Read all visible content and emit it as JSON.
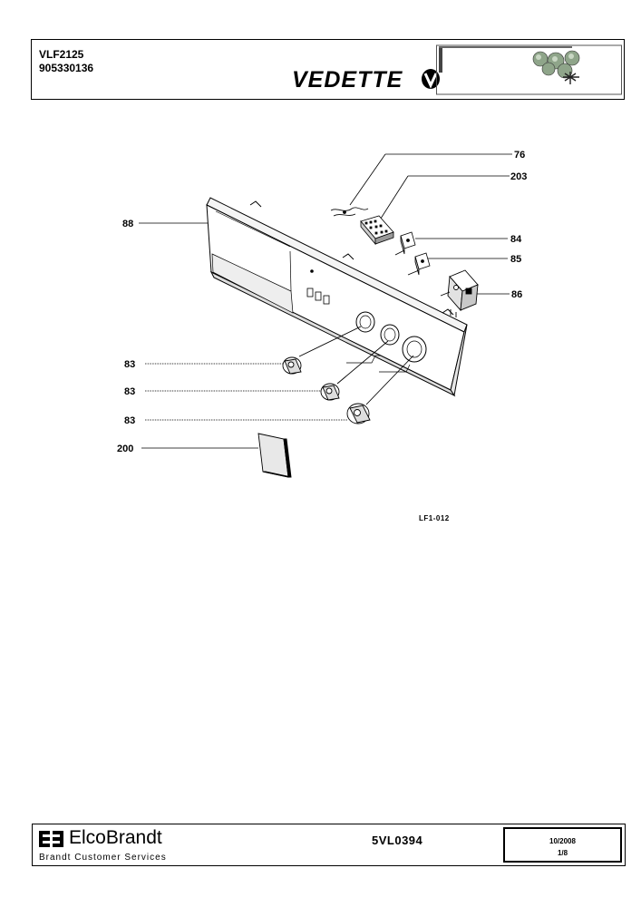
{
  "header": {
    "model": "VLF2125",
    "part_number": "905330136",
    "brand": "VEDETTE"
  },
  "diagram": {
    "figure_ref": "LF1-012",
    "callouts": {
      "c76": "76",
      "c203": "203",
      "c88": "88",
      "c84": "84",
      "c85": "85",
      "c86": "86",
      "c83a": "83",
      "c83b": "83",
      "c83c": "83",
      "c200": "200"
    }
  },
  "footer": {
    "company": "ElcoBrandt",
    "service": "Brandt Customer Services",
    "doc_ref": "5VL0394",
    "date": "10/2008",
    "page": "1/8"
  }
}
